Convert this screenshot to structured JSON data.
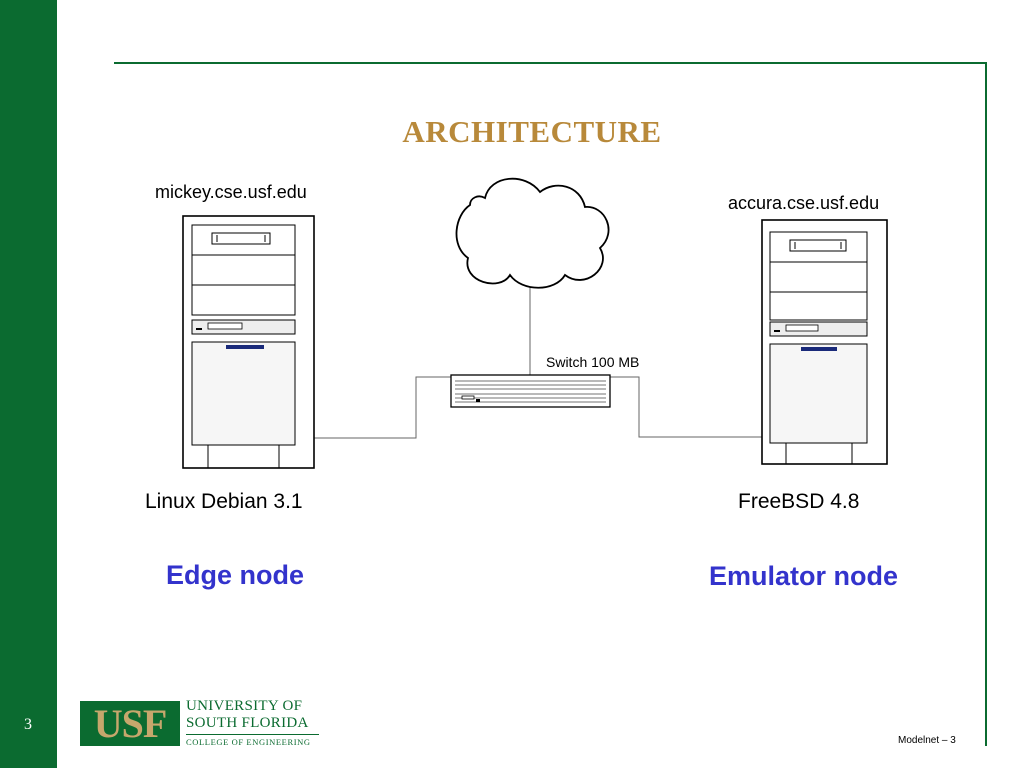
{
  "slide": {
    "number": "3",
    "title": "ARCHITECTURE",
    "footer": "Modelnet – 3",
    "accent_color": "#0b6b30",
    "title_color": "#b8893a",
    "role_color": "#3333cc"
  },
  "diagram": {
    "edge": {
      "hostname": "mickey.cse.usf.edu",
      "os": "Linux Debian 3.1",
      "role": "Edge node",
      "icon": "server-tower-icon"
    },
    "switch": {
      "label": "Switch 100 MB",
      "icon": "network-switch-icon"
    },
    "cloud": {
      "icon": "network-cloud-icon"
    },
    "emulator": {
      "hostname": "accura.cse.usf.edu",
      "os": "FreeBSD 4.8",
      "role": "Emulator node",
      "icon": "server-tower-icon"
    }
  },
  "logo": {
    "mark": "USF",
    "line1": "UNIVERSITY OF",
    "line2": "SOUTH FLORIDA",
    "line3": "COLLEGE OF ENGINEERING"
  }
}
